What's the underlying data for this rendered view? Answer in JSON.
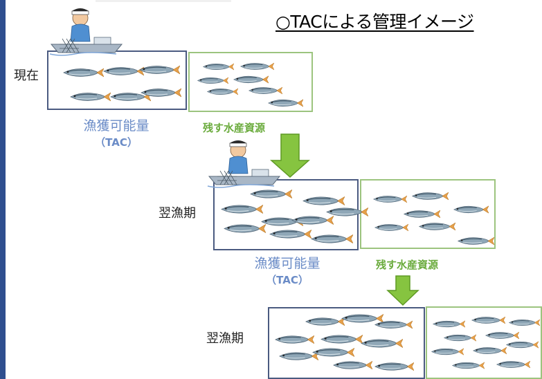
{
  "title": "○TACによる管理イメージ",
  "rows": [
    {
      "label": "現在",
      "catch_label": "漁獲可能量",
      "catch_sub": "（TAC）",
      "remain_label": "残す水産資源"
    },
    {
      "label": "翌漁期",
      "catch_label": "漁獲可能量",
      "catch_sub": "（TAC）",
      "remain_label": "残す水産資源"
    },
    {
      "label": "翌漁期"
    }
  ],
  "colors": {
    "catch_box": "#4a5a80",
    "remain_box": "#9cc47e",
    "catch_text": "#6b8cc7",
    "remain_text": "#6aab3c",
    "arrow": "#86c440",
    "fish_body": "#8fa7b7"
  },
  "icons": [
    "fisherman-icon",
    "fishing-boat-icon",
    "fishing-net-icon",
    "fish-icon",
    "down-arrow-icon"
  ]
}
